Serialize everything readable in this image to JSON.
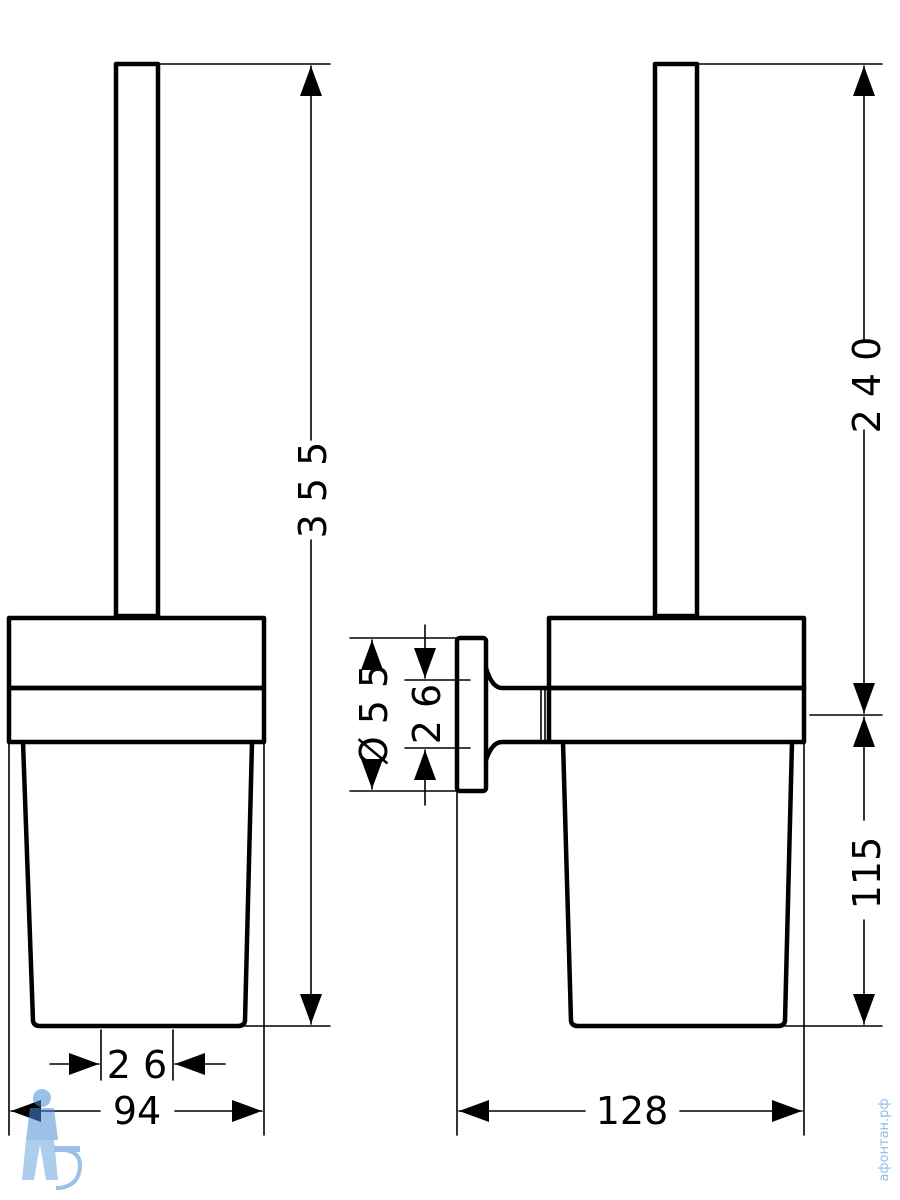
{
  "dimensions": {
    "total_height": "3 5 5",
    "brush_height": "2 4 0",
    "mount_height": "115",
    "base_diameter": "Ø 5 5",
    "arm_diameter": "2 6",
    "handle_width": "2 6",
    "cup_width": "94",
    "projection": "128"
  },
  "watermark": {
    "text": "афонтан.рф",
    "logo_icon": "plumber-logo-icon"
  },
  "colors": {
    "line": "#000000",
    "watermark": "#4a8fd6"
  }
}
